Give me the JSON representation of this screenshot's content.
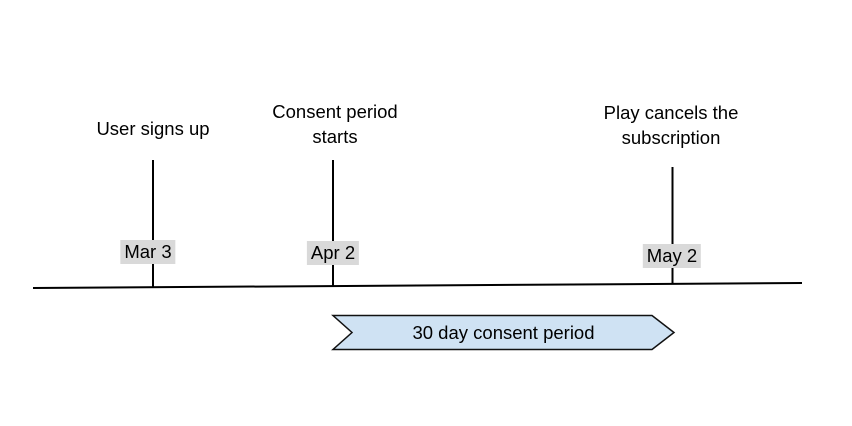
{
  "diagram": {
    "events": [
      {
        "title": "User signs up",
        "date": "Mar 3"
      },
      {
        "title": "Consent period\nstarts",
        "date": "Apr 2"
      },
      {
        "title": "Play cancels the\nsubscription",
        "date": "May 2"
      }
    ],
    "banner": {
      "label": "30 day consent period"
    },
    "colors": {
      "banner_fill": "#cfe2f3",
      "banner_stroke": "#111111",
      "date_chip_bg": "#d9d9d9",
      "line": "#000000"
    }
  }
}
